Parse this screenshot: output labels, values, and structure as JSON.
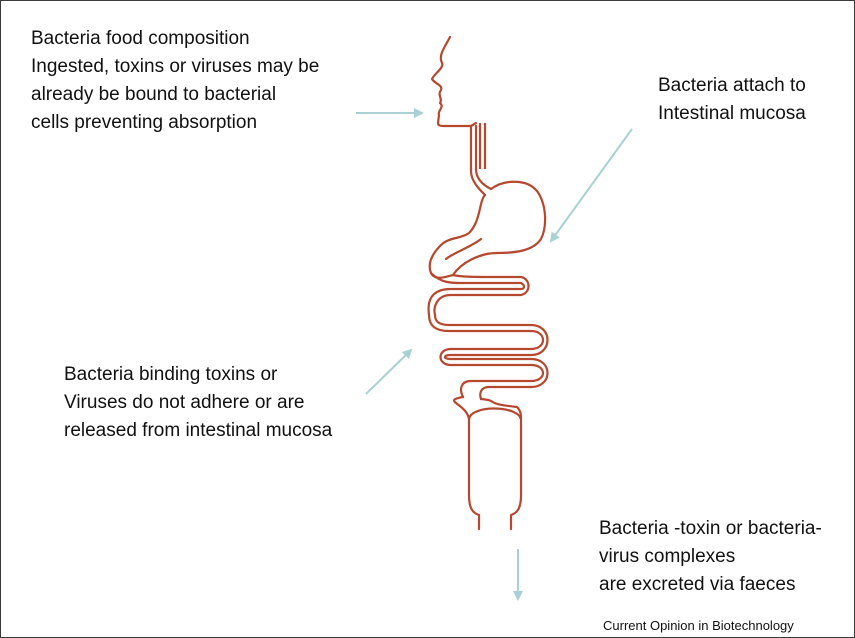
{
  "labels": {
    "food_composition": {
      "lines": [
        "Bacteria food composition",
        "Ingested, toxins or viruses may be",
        "already be bound to bacterial",
        "cells preventing absorption"
      ]
    },
    "attach": {
      "lines": [
        "Bacteria attach to",
        "Intestinal mucosa"
      ]
    },
    "binding": {
      "lines": [
        "Bacteria binding toxins or",
        "Viruses do not adhere or are",
        "released from intestinal mucosa"
      ]
    },
    "excreted": {
      "lines": [
        "Bacteria -toxin or bacteria-",
        "virus  complexes",
        "are excreted via faeces"
      ]
    }
  },
  "credit": "Current Opinion in Biotechnology",
  "colors": {
    "tract": "#b5482e",
    "arrow": "#a9d1d4",
    "text": "#111111",
    "border": "#3a3a3a"
  }
}
